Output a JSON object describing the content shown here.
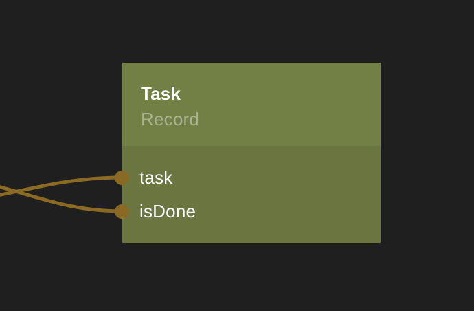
{
  "editor": {
    "node": {
      "title": "Task",
      "type_label": "Record",
      "ports": [
        {
          "label": "task"
        },
        {
          "label": "isDone"
        }
      ]
    }
  },
  "colors": {
    "canvas_background": "#201f1f",
    "node_header": "#738045",
    "node_body": "#6b7540",
    "node_title_text": "#ffffff",
    "node_type_text": "#a9b191",
    "port_label_text": "#ffffff",
    "wire": "#8a6b21",
    "port_socket": "#8a6a23"
  }
}
